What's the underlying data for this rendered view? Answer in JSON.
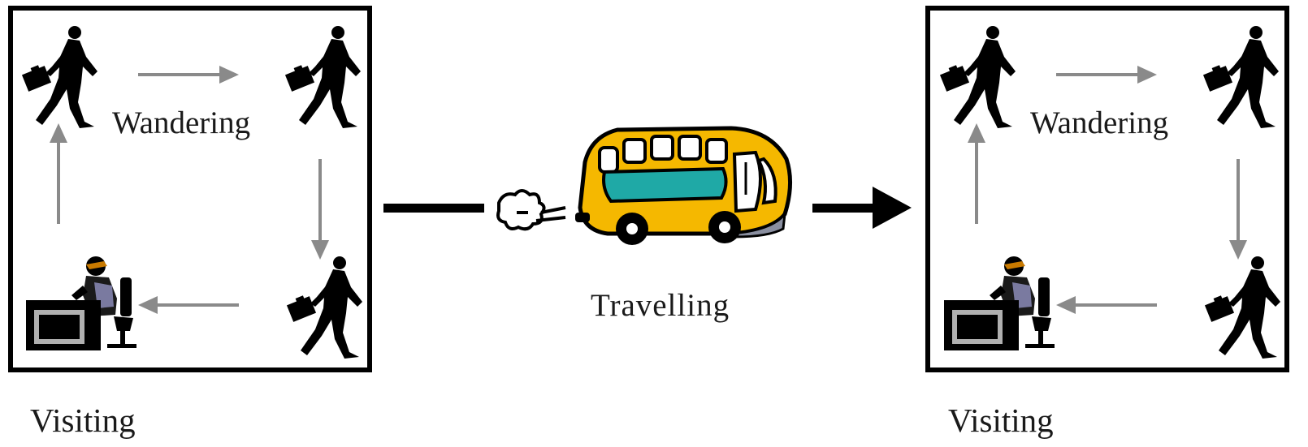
{
  "labels": {
    "wandering": "Wandering",
    "travelling": "Travelling",
    "visiting": "Visiting"
  },
  "colors": {
    "frame": "#000000",
    "cycle_arrow": "#8a8a8a",
    "bus_body": "#f5b800",
    "bus_window_band": "#1fa9a6",
    "figure": "#000000",
    "desk_screen": "#b0b0b0"
  },
  "icons": {
    "walker": "walking-businessman-icon",
    "desk": "desk-worker-icon",
    "bus": "bus-icon"
  }
}
